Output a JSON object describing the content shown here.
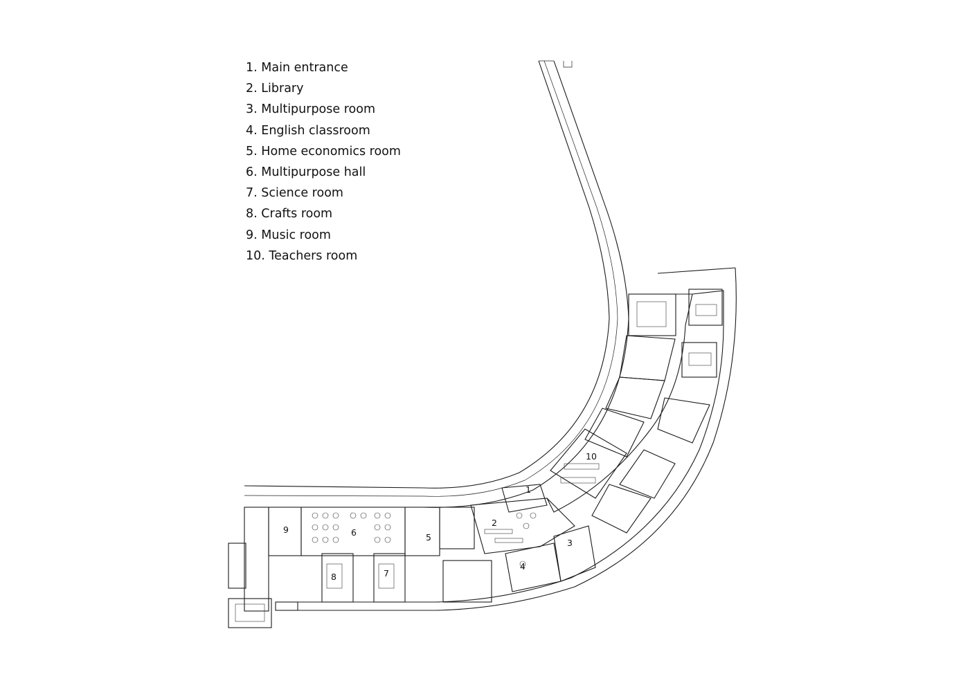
{
  "legend": [
    {
      "num": "1.",
      "name": "Main entrance"
    },
    {
      "num": "2.",
      "name": "Library"
    },
    {
      "num": "3.",
      "name": "Multipurpose room"
    },
    {
      "num": "4.",
      "name": "English classroom"
    },
    {
      "num": "5.",
      "name": "Home economics room"
    },
    {
      "num": "6.",
      "name": "Multipurpose hall"
    },
    {
      "num": "7.",
      "name": "Science room"
    },
    {
      "num": "8.",
      "name": "Crafts room"
    },
    {
      "num": "9.",
      "name": "Music room"
    },
    {
      "num": "10.",
      "name": "Teachers room"
    }
  ],
  "plan_labels": [
    "1",
    "2",
    "3",
    "4",
    "5",
    "6",
    "7",
    "8",
    "9",
    "10"
  ],
  "colors": {
    "line": "#1a1a1a",
    "background": "#ffffff"
  }
}
